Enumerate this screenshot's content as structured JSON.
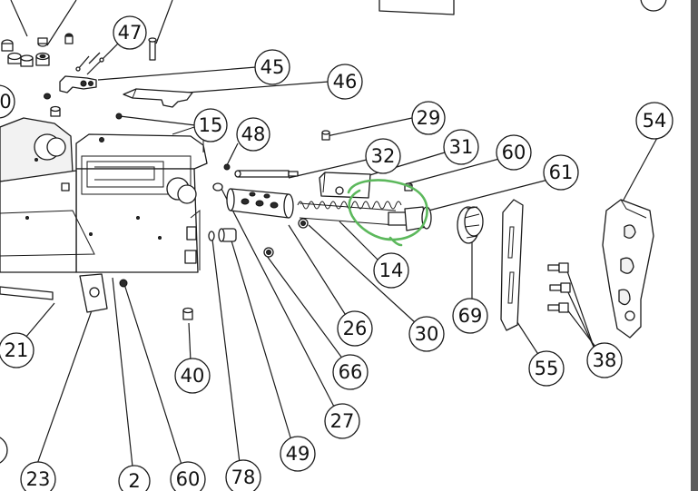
{
  "callouts": {
    "c47": "47",
    "c45": "45",
    "c46": "46",
    "c15": "15",
    "c48": "48",
    "c29": "29",
    "c32": "32",
    "c31": "31",
    "c60a": "60",
    "c61": "61",
    "c54": "54",
    "c0": "0",
    "c14": "14",
    "c26": "26",
    "c30": "30",
    "c69": "69",
    "c55": "55",
    "c38": "38",
    "c66": "66",
    "c27": "27",
    "c49": "49",
    "c78": "78",
    "c60b": "60",
    "c2": "2",
    "c23": "23",
    "c21": "21",
    "c40": "40"
  },
  "colors": {
    "line": "#1a1a1a",
    "highlight": "#5cb85c",
    "page_edge": "#5e5e5e",
    "background": "#ffffff"
  }
}
